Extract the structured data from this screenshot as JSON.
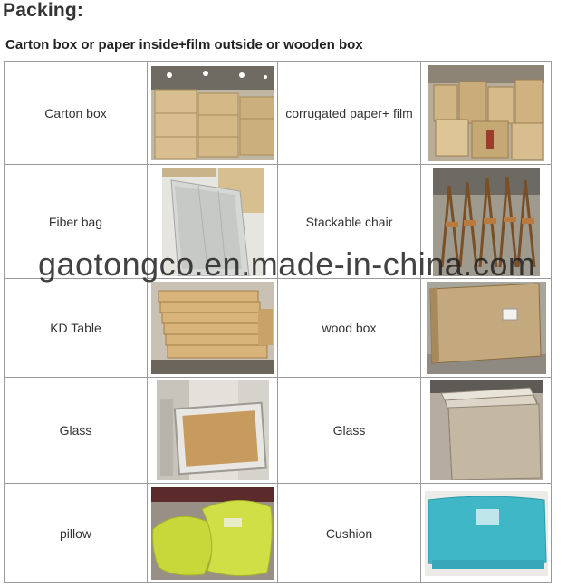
{
  "page": {
    "heading": "Packing:",
    "subheading": "Carton box or paper inside+film outside or wooden box"
  },
  "rows": [
    {
      "left_label": "Carton box",
      "left_image": "carton-boxes-photo",
      "right_label": "corrugated paper+ film",
      "right_image": "corrugated-paper-film-photo"
    },
    {
      "left_label": "Fiber bag",
      "left_image": "fiber-bag-photo",
      "right_label": "Stackable chair",
      "right_image": "stackable-chair-photo"
    },
    {
      "left_label": "KD Table",
      "left_image": "kd-table-photo",
      "right_label": "wood box",
      "right_image": "wood-box-photo"
    },
    {
      "left_label": "Glass",
      "left_image": "glass-photo",
      "right_label": "Glass",
      "right_image": "glass-panels-photo"
    },
    {
      "left_label": "pillow",
      "left_image": "pillow-photo",
      "right_label": "Cushion",
      "right_image": "cushion-photo"
    }
  ],
  "watermark": "gaotongco.en.made-in-china.com",
  "colors": {
    "cardboard": "#d9bf8f",
    "pillow_green": "#c8d83a",
    "cushion_blue": "#3fb7c7",
    "border": "#9a9a9a"
  }
}
